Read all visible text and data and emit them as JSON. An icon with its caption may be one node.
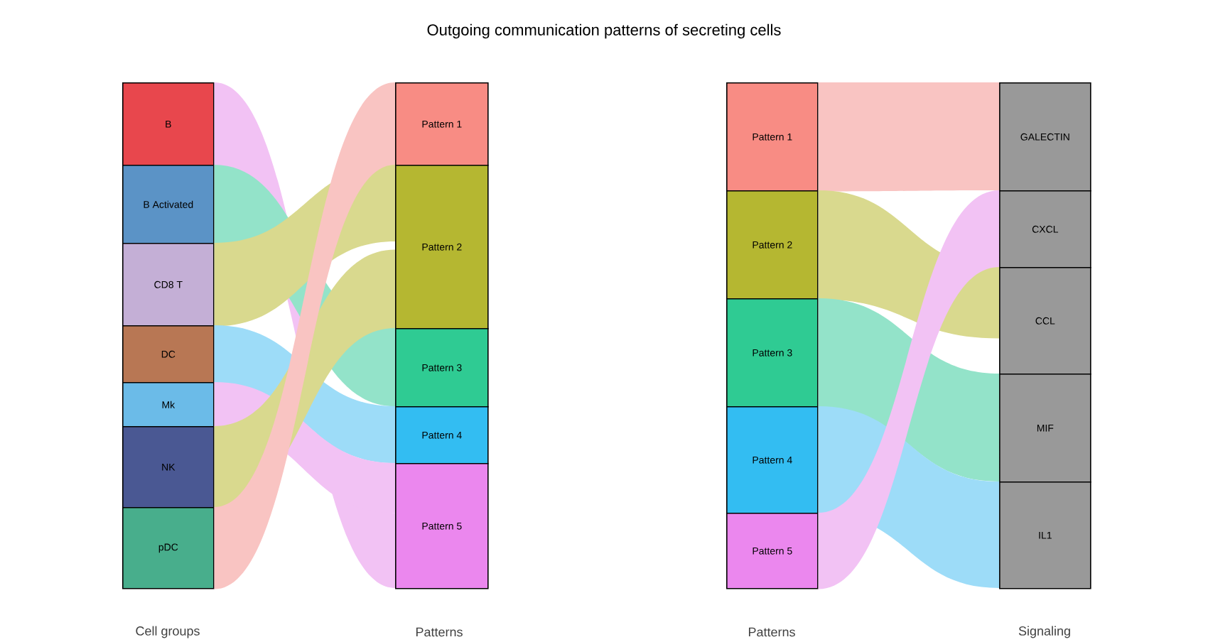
{
  "diagram": {
    "title": "Outgoing communication patterns of secreting cells",
    "nodes": [
      {
        "text": [
          "B"
        ]
      },
      {
        "text": [
          "B Activated"
        ]
      },
      {
        "text": [
          "CD8 T"
        ]
      },
      {
        "text": [
          "DC"
        ]
      },
      {
        "text": [
          "Mk"
        ]
      },
      {
        "text": [
          "NK"
        ]
      },
      {
        "text": [
          "pDC"
        ]
      },
      {
        "text": [
          "Pattern 1"
        ]
      },
      {
        "text": [
          "Pattern 2"
        ]
      },
      {
        "text": [
          "Pattern 3"
        ]
      },
      {
        "text": [
          "Pattern 4"
        ]
      },
      {
        "text": [
          "Pattern 5"
        ]
      },
      {
        "text": [
          "Pattern 1"
        ]
      },
      {
        "text": [
          "Pattern 2"
        ]
      },
      {
        "text": [
          "Pattern 3"
        ]
      },
      {
        "text": [
          "Pattern 4"
        ]
      },
      {
        "text": [
          "Pattern 5"
        ]
      },
      {
        "text": [
          "GALECTIN"
        ]
      },
      {
        "text": [
          "CXCL"
        ]
      },
      {
        "text": [
          "CCL"
        ]
      },
      {
        "text": [
          "MIF"
        ]
      },
      {
        "text": [
          "IL1"
        ]
      }
    ],
    "edges": [
      {
        "from": 0,
        "to": 11,
        "arrow": "none",
        "color": "#f2c2f4"
      },
      {
        "from": 1,
        "to": 9,
        "arrow": "none",
        "color": "#93e3c9"
      },
      {
        "from": 2,
        "to": 8,
        "arrow": "none",
        "color": "#d9d98e"
      },
      {
        "from": 3,
        "to": 10,
        "arrow": "none",
        "color": "#9ddcf8"
      },
      {
        "from": 4,
        "to": 11,
        "arrow": "none",
        "color": "#f2c2f4"
      },
      {
        "from": 5,
        "to": 8,
        "arrow": "none",
        "color": "#d9d98e"
      },
      {
        "from": 6,
        "to": 7,
        "arrow": "none",
        "color": "#f9c4c2"
      },
      {
        "from": 12,
        "to": 17,
        "arrow": "none",
        "color": "#f9c4c2"
      },
      {
        "from": 13,
        "to": 19,
        "arrow": "none",
        "color": "#d9d98e"
      },
      {
        "from": 14,
        "to": 20,
        "arrow": "none",
        "color": "#93e3c9"
      },
      {
        "from": 15,
        "to": 21,
        "arrow": "none",
        "color": "#9ddcf8"
      },
      {
        "from": 16,
        "to": 18,
        "arrow": "none",
        "color": "#f2c2f4"
      }
    ],
    "labels": [
      "Cell groups",
      "Patterns",
      "Patterns",
      "Signaling"
    ]
  }
}
